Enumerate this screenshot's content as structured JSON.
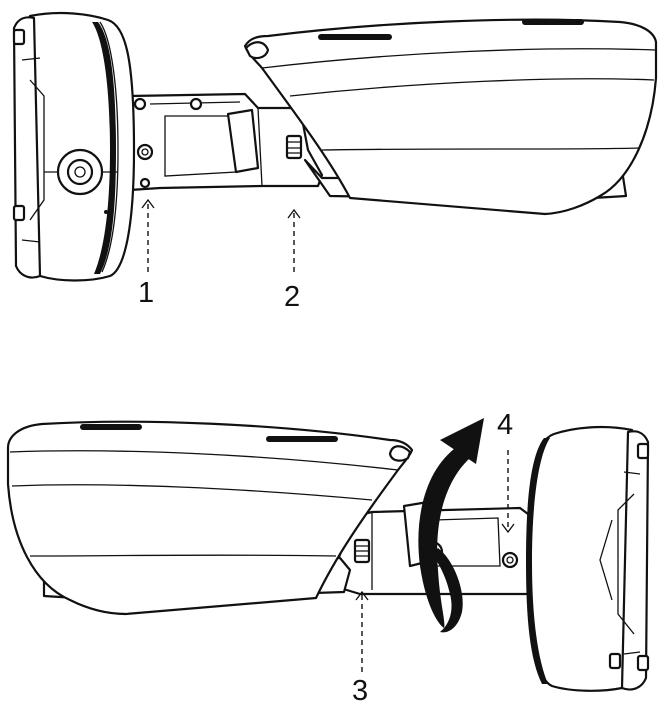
{
  "diagram": {
    "top_view": {
      "callouts": [
        {
          "id": "1",
          "label": "1"
        },
        {
          "id": "2",
          "label": "2"
        }
      ]
    },
    "bottom_view": {
      "callouts": [
        {
          "id": "3",
          "label": "3"
        },
        {
          "id": "4",
          "label": "4"
        }
      ],
      "rotation_arrow_icon": "curved-rotate-arrow"
    }
  }
}
